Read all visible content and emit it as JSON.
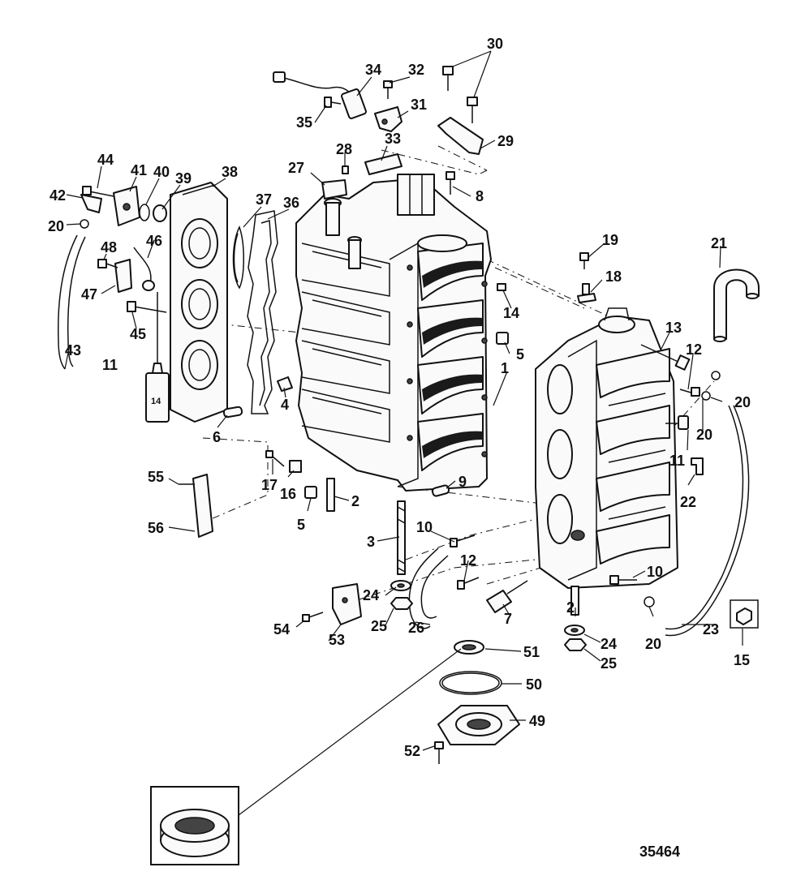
{
  "figure_id": "35464",
  "tube_label": "14",
  "callouts": [
    "1",
    "2",
    "3",
    "4",
    "5",
    "6",
    "7",
    "8",
    "9",
    "10",
    "11",
    "12",
    "13",
    "14",
    "15",
    "16",
    "17",
    "18",
    "19",
    "20",
    "21",
    "22",
    "23",
    "24",
    "25",
    "26",
    "27",
    "28",
    "29",
    "30",
    "31",
    "32",
    "33",
    "34",
    "35",
    "36",
    "37",
    "38",
    "39",
    "40",
    "41",
    "42",
    "43",
    "44",
    "45",
    "46",
    "47",
    "48",
    "49",
    "50",
    "51",
    "52",
    "53",
    "54",
    "55",
    "56"
  ]
}
